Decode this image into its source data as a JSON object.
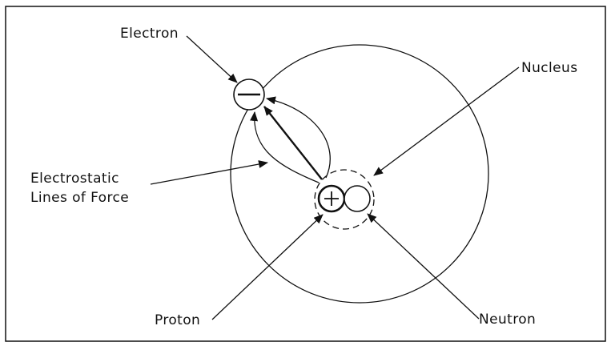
{
  "labels": {
    "electron": "Electron",
    "nucleus": "Nucleus",
    "lines_of_force_line1": "Electrostatic",
    "lines_of_force_line2": "Lines of Force",
    "proton": "Proton",
    "neutron": "Neutron"
  },
  "symbols": {
    "electron_charge": "minus-sign",
    "proton_charge": "plus-sign"
  },
  "colors": {
    "ink": "#111111",
    "background": "#ffffff"
  }
}
